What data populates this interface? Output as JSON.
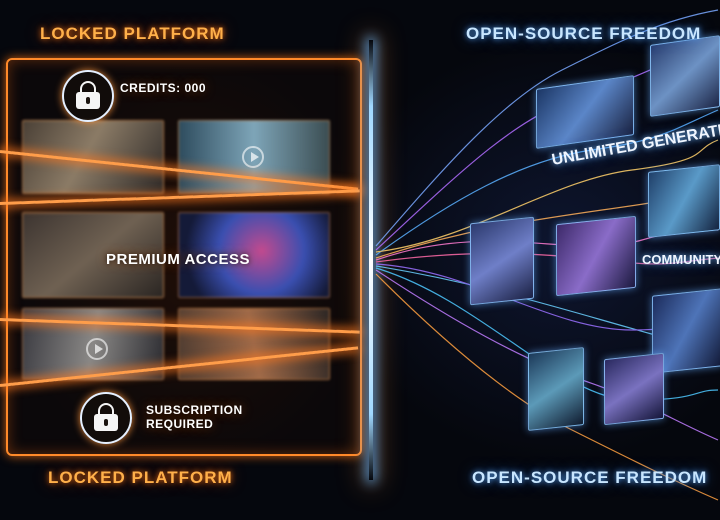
{
  "left": {
    "top_heading": "LOCKED PLATFORM",
    "bottom_heading": "LOCKED PLATFORM",
    "credits": "CREDITS: 000",
    "premium": "PREMIUM ACCESS",
    "subscription_line1": "SUBSCRIPTION",
    "subscription_line2": "REQUIRED",
    "icons": [
      "lock-icon",
      "lock-icon",
      "play-icon"
    ],
    "accent_color": "#ff8a2a"
  },
  "right": {
    "top_heading": "OPEN-SOURCE FREEDOM",
    "bottom_heading": "OPEN-SOURCE FREEDOM",
    "unlimited": "UNLIMITED GENERATION",
    "community": "COMMUNITY",
    "accent_color": "#7fc4ff"
  }
}
